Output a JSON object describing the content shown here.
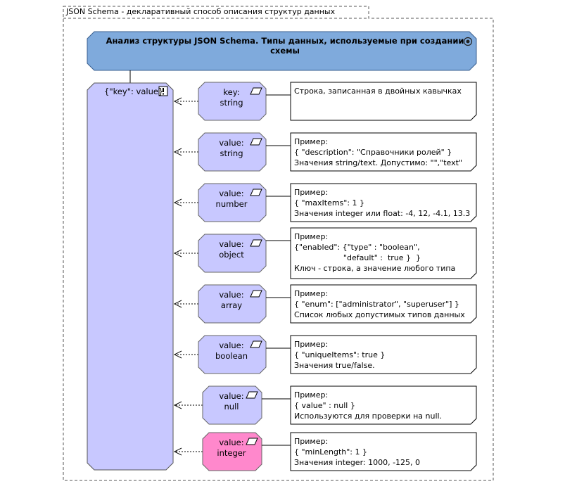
{
  "frame": {
    "title": "JSON Schema - декларативный способ описания структур данных"
  },
  "header": {
    "title": "Анализ структуры JSON Schema. Типы данных, используемые при создании схемы",
    "icon": "target-icon",
    "color": "#7faadc"
  },
  "container": {
    "label": "{\"key\": value}",
    "icon": "exclamation-icon",
    "color": "#c8c8ff"
  },
  "nodes": [
    {
      "line1": "key:",
      "line2": "string",
      "icon": "parallelogram-icon",
      "color": "#c8c8ff"
    },
    {
      "line1": "value:",
      "line2": "string",
      "icon": "parallelogram-icon",
      "color": "#c8c8ff"
    },
    {
      "line1": "value:",
      "line2": "number",
      "icon": "parallelogram-icon",
      "color": "#c8c8ff"
    },
    {
      "line1": "value:",
      "line2": "object",
      "icon": "parallelogram-icon",
      "color": "#c8c8ff"
    },
    {
      "line1": "value:",
      "line2": "array",
      "icon": "parallelogram-icon",
      "color": "#c8c8ff"
    },
    {
      "line1": "value:",
      "line2": "boolean",
      "icon": "parallelogram-icon",
      "color": "#c8c8ff"
    },
    {
      "line1": "value:",
      "line2": "null",
      "icon": "parallelogram-icon",
      "color": "#c8c8ff"
    },
    {
      "line1": "value:",
      "line2": "integer",
      "icon": "parallelogram-icon",
      "color": "#ff88cc"
    }
  ],
  "notes": [
    {
      "lines": [
        "Строка, записанная в двойных кавычках"
      ]
    },
    {
      "lines": [
        "Пример:",
        "{ \"description\": \"Справочники ролей\" }",
        "Значения string/text. Допустимо: \"\",\"text\""
      ]
    },
    {
      "lines": [
        "Пример:",
        "{ \"maxItems\": 1 }",
        "Значения integer или float: -4, 12, -4.1, 13.3"
      ]
    },
    {
      "lines": [
        "Пример:",
        "{\"enabled\": {\"type\" : \"boolean\",",
        "                    \"default\" :  true }  }",
        "Ключ - строка, а значение любого типа"
      ]
    },
    {
      "lines": [
        "Пример:",
        "{ \"enum\": [\"administrator\", \"superuser\"] }",
        "Список любых допустимых типов данных"
      ]
    },
    {
      "lines": [
        "Пример:",
        "{ \"uniqueItems\": true }",
        "Значения true/false."
      ]
    },
    {
      "lines": [
        "Пример:",
        "{ value\" : null }",
        "Используются для проверки на null."
      ]
    },
    {
      "lines": [
        "Пример:",
        "{ \"minLength\": 1 }",
        "Значения integer: 1000, -125, 0"
      ]
    }
  ]
}
